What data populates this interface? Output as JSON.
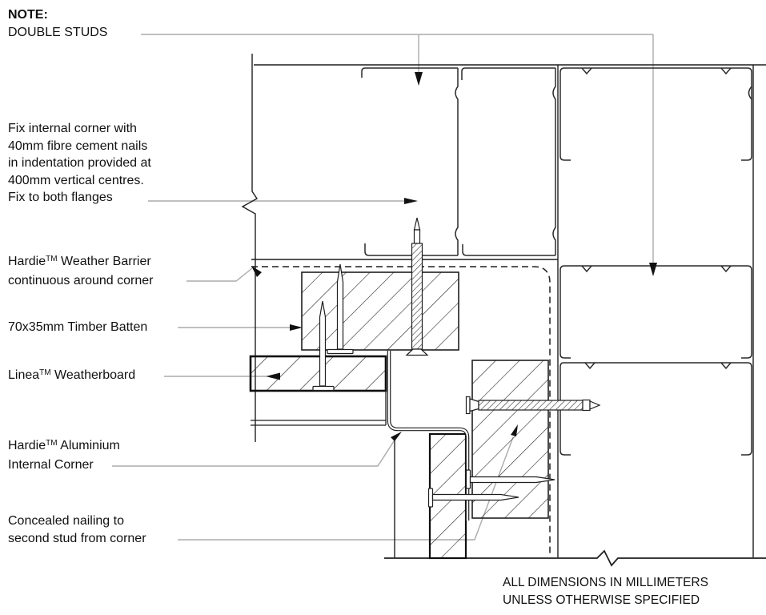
{
  "note": {
    "title": "NOTE:",
    "line": "DOUBLE STUDS"
  },
  "annotations": {
    "fix_internal": "Fix internal corner with\n40mm fibre cement nails\nin indentation provided at\n400mm vertical centres.\nFix to both flanges",
    "weather_barrier": {
      "brand": "Hardie",
      "tm": "TM",
      "rest": " Weather Barrier",
      "line2": "continuous around corner"
    },
    "timber_batten": "70x35mm Timber Batten",
    "weatherboard": {
      "brand": "Linea",
      "tm": "TM",
      "rest": " Weatherboard"
    },
    "aluminium_corner": {
      "brand": "Hardie",
      "tm": "TM",
      "rest": " Aluminium",
      "line2": "Internal Corner"
    },
    "concealed_nailing": "Concealed nailing to\nsecond stud from corner",
    "dimensions_note": "ALL DIMENSIONS IN MILLIMETERS\nUNLESS OTHERWISE SPECIFIED"
  },
  "colors": {
    "line": "#1f1f1f",
    "leader": "#ababab",
    "background": "#ffffff"
  }
}
